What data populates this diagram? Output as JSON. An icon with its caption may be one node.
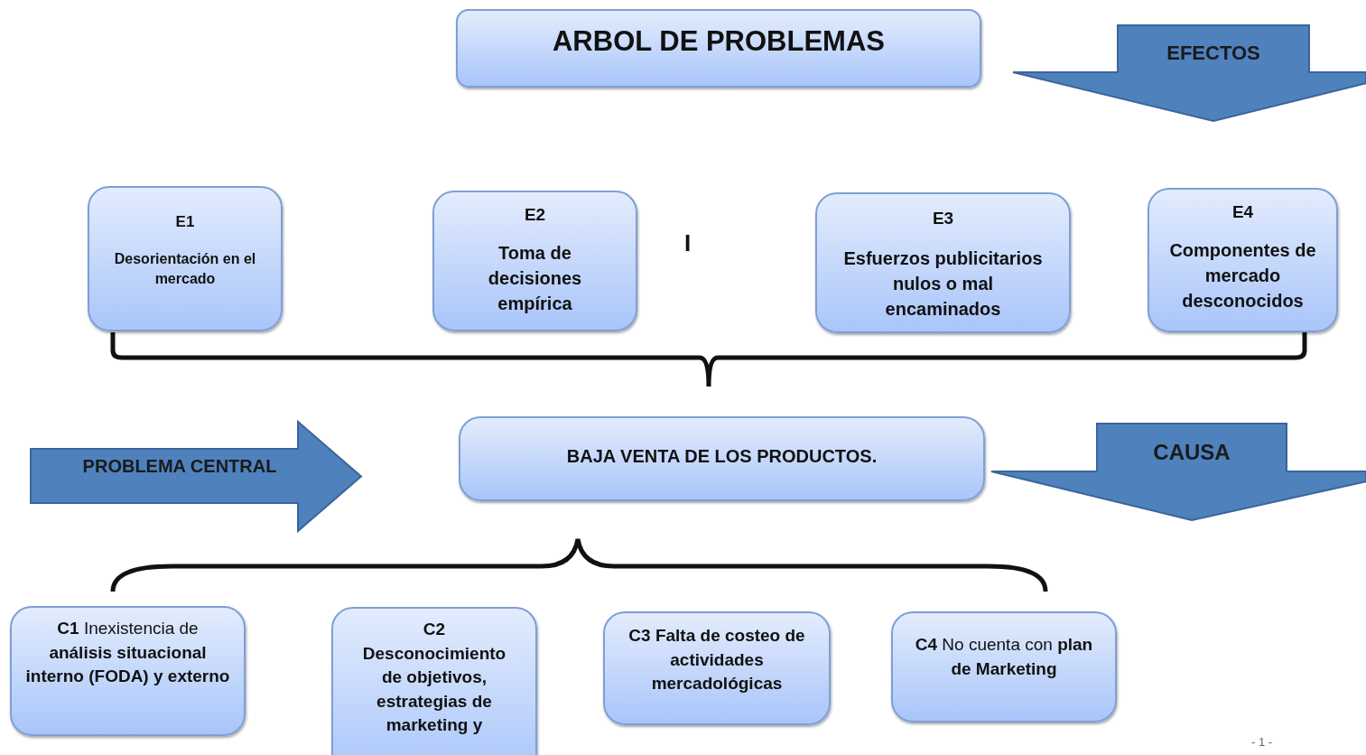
{
  "diagram": {
    "nodes": [
      {
        "text": [
          "ARBOL DE PROBLEMAS"
        ]
      },
      {
        "text": [
          "EFECTOS"
        ]
      },
      {
        "text": [
          "E1",
          "Desorientación en el mercado"
        ]
      },
      {
        "text": [
          "E2",
          "Toma de decisiones empírica"
        ]
      },
      {
        "text": [
          "E3",
          "Esfuerzos publicitarios nulos o mal encaminados"
        ]
      },
      {
        "text": [
          "E4",
          "Componentes de mercado desconocidos"
        ]
      },
      {
        "text": [
          "PROBLEMA CENTRAL"
        ]
      },
      {
        "text": [
          "BAJA VENTA DE LOS PRODUCTOS."
        ]
      },
      {
        "text": [
          "CAUSA"
        ]
      },
      {
        "text": [
          "**C1** Inexistencia de **análisis situacional interno (FODA)  y externo**"
        ]
      },
      {
        "text": [
          "C2",
          "Desconocimiento de objetivos, estrategias de marketing y"
        ]
      },
      {
        "text": [
          "C3 Falta de costeo de actividades mercadológicas"
        ]
      },
      {
        "text": [
          "**C4** No cuenta con **plan de Marketing**"
        ]
      }
    ],
    "labels": [
      "I",
      "- 1 -"
    ]
  }
}
